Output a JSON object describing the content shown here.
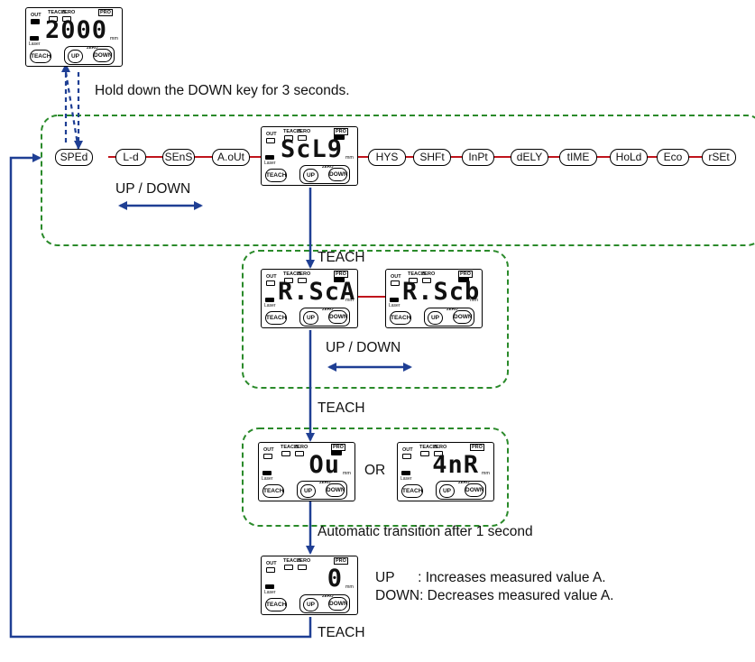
{
  "captions": {
    "hold_down": "Hold down the DOWN key for 3 seconds.",
    "up_down_1": "UP / DOWN",
    "teach_1": "TEACH",
    "up_down_2": "UP / DOWN",
    "teach_2": "TEACH",
    "or_text": "OR",
    "auto_transition": "Automatic transition after 1 second",
    "teach_3": "TEACH"
  },
  "legend": {
    "up_line": "UP      : Increases measured value A.",
    "down_line": "DOWN: Decreases measured value A."
  },
  "menu_items": [
    "SPEd",
    "L-d",
    "SEnS",
    "A.oUt",
    "HYS",
    "SHFt",
    "InPt",
    "dELY",
    "tIME",
    "HoLd",
    "Eco",
    "rSEt"
  ],
  "display_labels": {
    "out": "OUT",
    "teach": "TEACH",
    "zero": "ZERO",
    "pro": "PRO",
    "laser": "Laser",
    "unit": "mm",
    "teach_btn": "TEACH",
    "up_btn": "UP",
    "down_btn": "DOWN",
    "zero_small": "ZERO"
  },
  "displays": {
    "top": "2000",
    "scale": "ScL9",
    "mode_a": "R.ScA",
    "mode_b": "R.Scb",
    "result_ok": "Ou",
    "result_ng": "4nR",
    "final": "0"
  },
  "colors": {
    "arrow_blue": "#1f3f94",
    "group_dash_green": "#2a8a2a",
    "link_red": "#c0141c"
  }
}
